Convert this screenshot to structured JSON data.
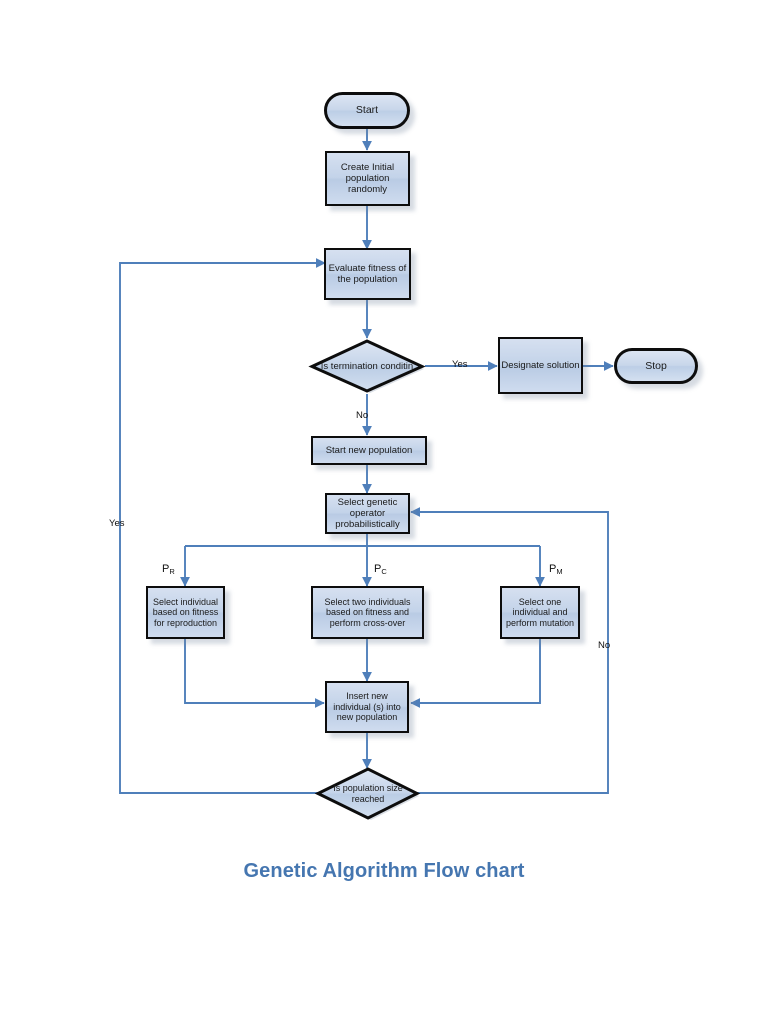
{
  "caption": "Genetic Algorithm Flow chart",
  "theme": {
    "accent": "#4576b0",
    "connector": "#4f7fba",
    "node_border": "#0d0d0d",
    "node_fill_top": "#d6e0f0",
    "node_fill_bottom": "#b9cbe4",
    "background": "#ffffff",
    "text": "#1a1a1a"
  },
  "nodes": {
    "start": {
      "label": "Start",
      "type": "terminator"
    },
    "create_population": {
      "label": "Create Initial\npopulation\nrandomly",
      "type": "process"
    },
    "evaluate_fitness": {
      "label": "Evaluate fitness of\nthe population",
      "type": "process"
    },
    "termination_decision": {
      "label": "Is termination conditin",
      "type": "decision"
    },
    "designate_solution": {
      "label": "Designate solution",
      "type": "process"
    },
    "stop": {
      "label": "Stop",
      "type": "terminator"
    },
    "start_new_population": {
      "label": "Start new population",
      "type": "process"
    },
    "select_operator": {
      "label": "Select genetic\noperator\nprobabilistically",
      "type": "process"
    },
    "reproduction": {
      "label": "Select individual\nbased on fitness\nfor reproduction",
      "type": "process"
    },
    "crossover": {
      "label": "Select two individuals\nbased on fitness and\nperform cross-over",
      "type": "process"
    },
    "mutation": {
      "label": "Select one\nindividual and\nperform mutation",
      "type": "process"
    },
    "insert_individual": {
      "label": "Insert new\nindividual (s) into\nnew population",
      "type": "process"
    },
    "population_size_decision": {
      "label": "Is population size\nreached",
      "type": "decision"
    }
  },
  "edge_labels": {
    "termination_yes": "Yes",
    "termination_no": "No",
    "population_yes": "Yes",
    "population_no": "No",
    "branch_reproduction": "P",
    "branch_reproduction_sub": "R",
    "branch_crossover": "P",
    "branch_crossover_sub": "C",
    "branch_mutation": "P",
    "branch_mutation_sub": "M"
  }
}
